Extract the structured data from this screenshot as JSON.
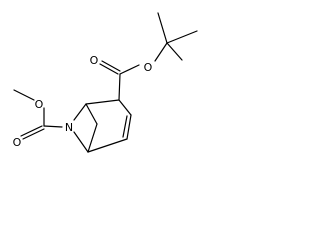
{
  "molecule": {
    "atoms": {
      "o_methoxy": "O",
      "o_methyl_carbonyl": "O",
      "n_bridge": "N",
      "o_ester": "O",
      "o_tbu_carbonyl": "O"
    }
  }
}
